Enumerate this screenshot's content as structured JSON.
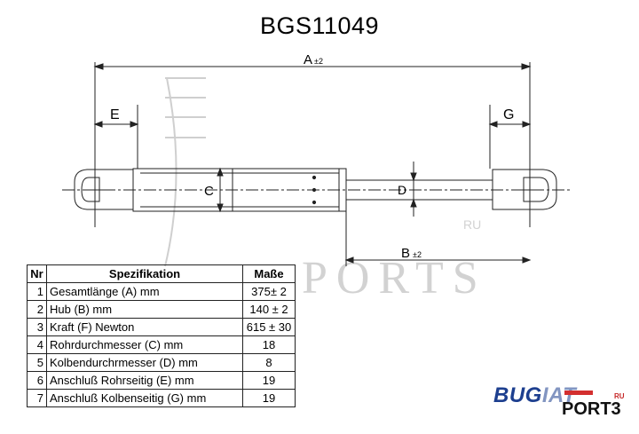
{
  "title": "BGS11049",
  "dimension_labels": {
    "a": "A",
    "a_tol": "±2",
    "b": "B",
    "b_tol": "±2",
    "c": "C",
    "d": "D",
    "e": "E",
    "g": "G"
  },
  "watermark": {
    "text": "PORTS",
    "ru": "RU"
  },
  "table": {
    "headers": [
      "Nr",
      "Spezifikation",
      "Maße"
    ],
    "rows": [
      {
        "nr": "1",
        "spec": "Gesamtlänge (A) mm",
        "value": "375± 2"
      },
      {
        "nr": "2",
        "spec": "Hub (B)  mm",
        "value": "140 ± 2"
      },
      {
        "nr": "3",
        "spec": "Kraft (F) Newton",
        "value": "615 ± 30"
      },
      {
        "nr": "4",
        "spec": "Rohrdurchmesser (C) mm",
        "value": "18"
      },
      {
        "nr": "5",
        "spec": "Kolbendurchrmesser (D) mm",
        "value": "8"
      },
      {
        "nr": "6",
        "spec": "Anschluß Rohrseitig (E) mm",
        "value": "19"
      },
      {
        "nr": "7",
        "spec": "Anschluß Kolbenseitig (G) mm",
        "value": "19"
      }
    ]
  },
  "logo": {
    "bug": "BUG",
    "iat": "IAT",
    "ports": "PORT3",
    "ru": "RU"
  },
  "colors": {
    "line": "#222222",
    "watermark": "#c8c8c8",
    "logo_blue": "#1d3f8f",
    "logo_red": "#d32f2f"
  }
}
